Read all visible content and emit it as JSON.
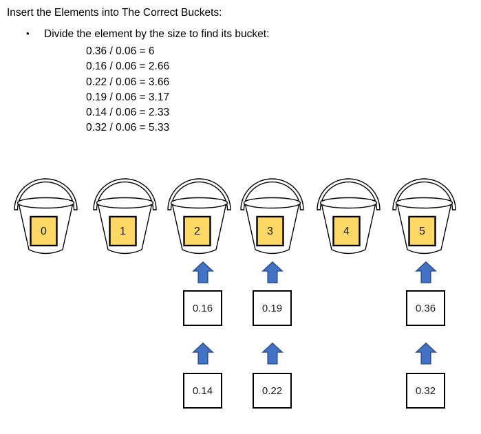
{
  "title": "Insert the Elements into The Correct Buckets:",
  "instruction": {
    "bullet": "•",
    "text": "Divide the element by the size to find its bucket:"
  },
  "calculations": [
    "0.36 / 0.06 = 6",
    "0.16 / 0.06 = 2.66",
    "0.22 / 0.06 = 3.66",
    "0.19 / 0.06 = 3.17",
    "0.14 / 0.06 = 2.33",
    "0.32 / 0.06 = 5.33"
  ],
  "buckets": [
    {
      "label": "0"
    },
    {
      "label": "1"
    },
    {
      "label": "2"
    },
    {
      "label": "3"
    },
    {
      "label": "4"
    },
    {
      "label": "5"
    }
  ],
  "element_columns": [
    {
      "target_bucket": "2",
      "upper": "0.16",
      "lower": "0.14"
    },
    {
      "target_bucket": "3",
      "upper": "0.19",
      "lower": "0.22"
    },
    {
      "target_bucket": "5",
      "upper": "0.36",
      "lower": "0.32"
    }
  ],
  "colors": {
    "background": "#FFFFFF",
    "outline": "#000000",
    "bucket_label_fill": "#FFD966",
    "arrow_fill": "#4472C4",
    "arrow_stroke": "#2F528F"
  }
}
